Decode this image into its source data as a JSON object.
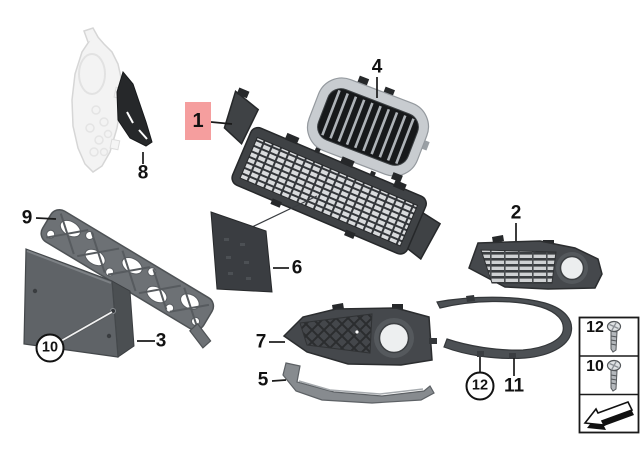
{
  "diagram": {
    "background_color": "#ffffff",
    "highlight_color": "#f59e9e",
    "callouts": [
      {
        "label": "1",
        "highlighted": true
      },
      {
        "label": "2"
      },
      {
        "label": "3"
      },
      {
        "label": "4"
      },
      {
        "label": "5"
      },
      {
        "label": "6"
      },
      {
        "label": "7"
      },
      {
        "label": "8"
      },
      {
        "label": "9"
      },
      {
        "label": "10",
        "circled": true
      },
      {
        "label": "11"
      },
      {
        "label": "12",
        "circled": true
      }
    ],
    "legend": {
      "rows": [
        {
          "label": "12",
          "icon": "screw-icon"
        },
        {
          "label": "10",
          "icon": "screw-icon"
        }
      ],
      "direction_icon": "travel-direction-arrow-icon"
    }
  }
}
